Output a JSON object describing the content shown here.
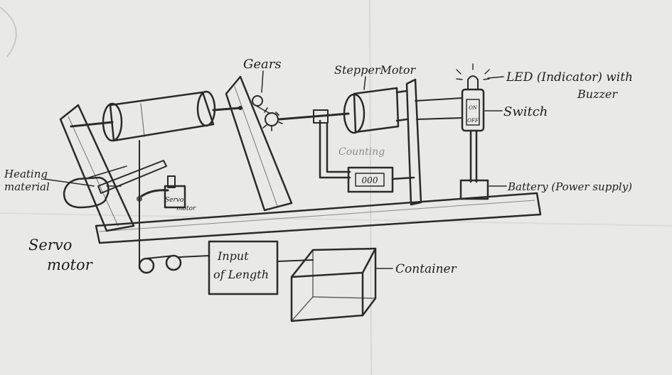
{
  "labels": {
    "heating_material_1": "Heating",
    "heating_material_2": "material",
    "servo_motor_1": "Servo",
    "servo_motor_2": "motor",
    "small_servo_1": "Servo",
    "small_servo_2": "motor",
    "gears": "Gears",
    "stepper_motor": "StepperMotor",
    "counting": "Counting",
    "led_1": "LED (Indicator) with",
    "led_2": "Buzzer",
    "switch": "Switch",
    "switch_on": "ON",
    "switch_off": "OFF",
    "battery": "Battery (Power supply)",
    "counter_display": "000",
    "input_1": "Input",
    "input_2": "of Length",
    "container": "Container"
  },
  "colors": {
    "paper": "#e9e9e7",
    "ink": "#2a2a2a",
    "shade": "#9a9a98"
  }
}
